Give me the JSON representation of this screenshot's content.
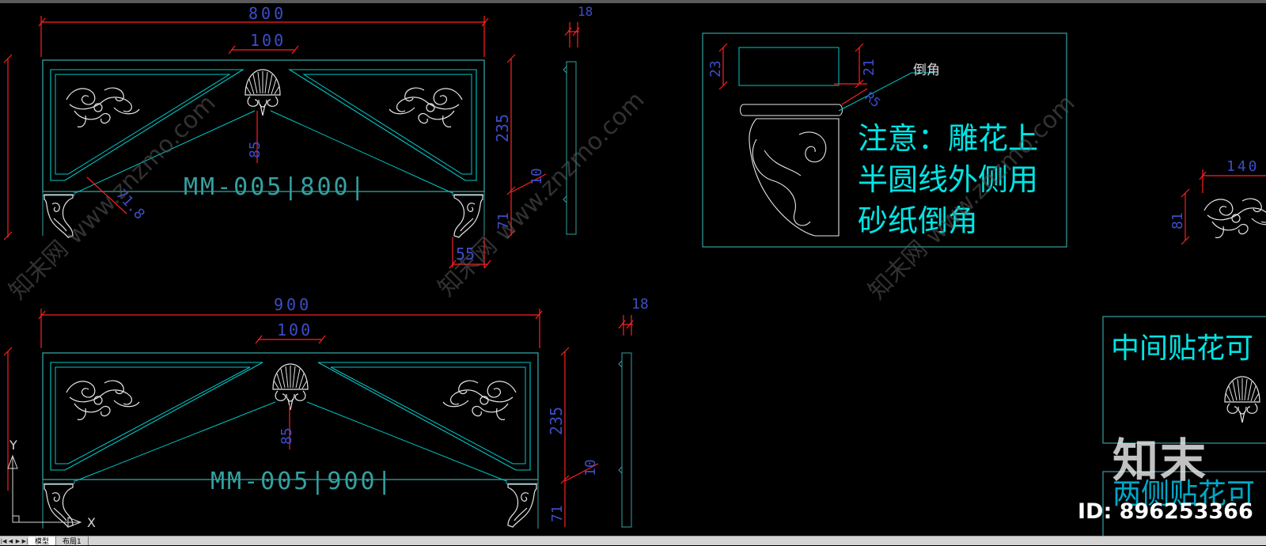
{
  "drawing": {
    "top_panel": {
      "width_dim": "800",
      "center_dim": "100",
      "height_dim": "235",
      "leg_dim": "71",
      "offset_dim": "10",
      "foot_dim": "55",
      "depth_dim": "18",
      "v_dim": "85",
      "diag_dim": "71.8",
      "label": "MM-005|800|"
    },
    "bottom_panel": {
      "width_dim": "900",
      "center_dim": "100",
      "height_dim": "235",
      "leg_dim": "71",
      "offset_dim": "10",
      "depth_dim": "18",
      "v_dim": "85",
      "label": "MM-005|900|"
    },
    "detail": {
      "dim_a": "23",
      "dim_b": "21",
      "dim_c": "R5",
      "callout": "倒角",
      "note_line1": "注意：雕花上",
      "note_line2": "半圆线外侧用",
      "note_line3": "砂纸倒角"
    },
    "right_detail": {
      "dim_w": "140",
      "dim_h": "81"
    },
    "right_notes": {
      "note1": "中间贴花可",
      "note2": "两侧贴花可"
    },
    "ucs": {
      "x_label": "X",
      "y_label": "Y"
    }
  },
  "watermark": {
    "brand": "知末",
    "id_text": "ID: 896253366",
    "url": "www.znzmo.com",
    "site_cn": "知末网"
  },
  "tabs": [
    {
      "label": "模型",
      "active": true
    },
    {
      "label": "布局1",
      "active": false
    }
  ],
  "colors": {
    "line": "#00e5e5",
    "dimension": "#ff2020",
    "dim_text": "#3c4dc8",
    "ornament": "#e6e6e6",
    "frame": "#35a0a0"
  }
}
